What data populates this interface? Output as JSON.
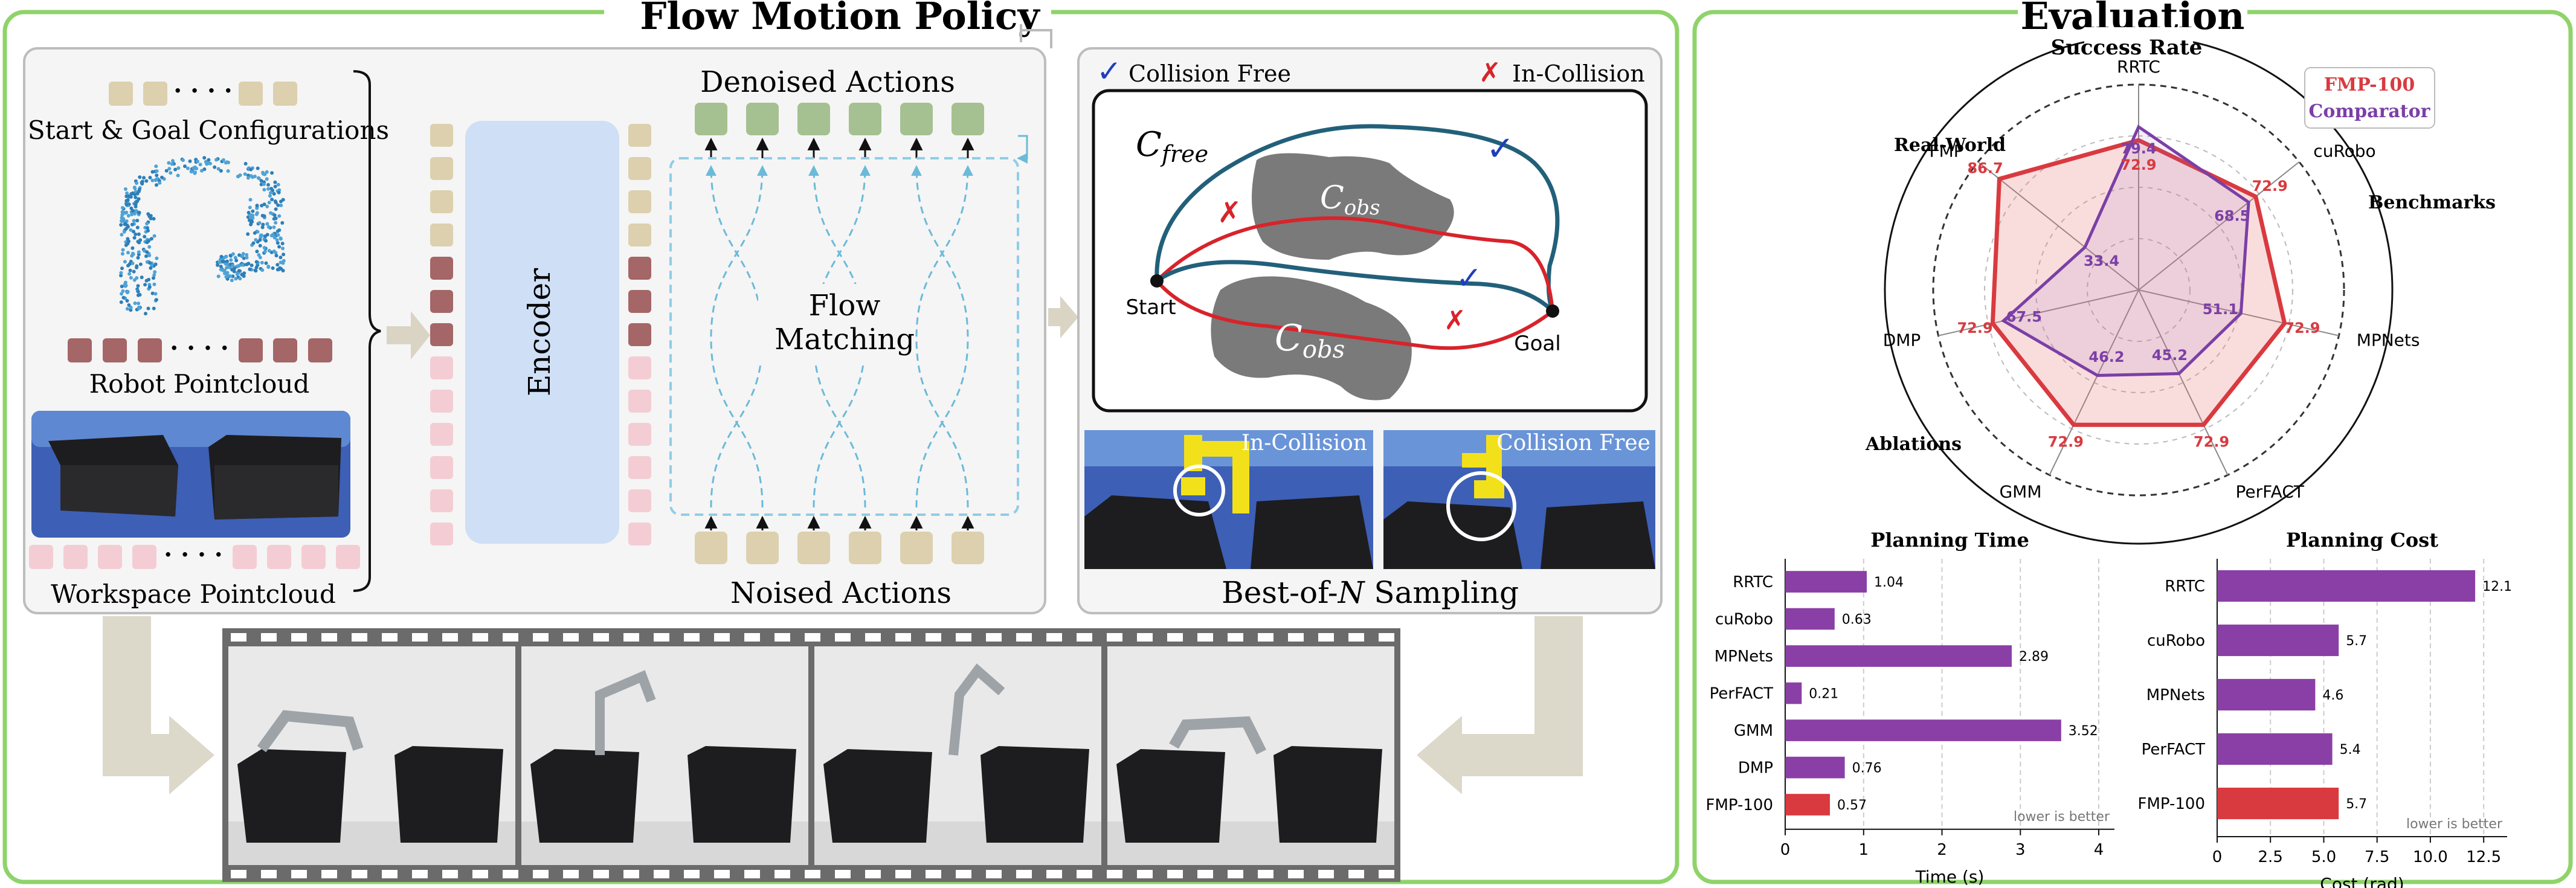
{
  "left_panel": {
    "title": "Flow Motion Policy",
    "inputs": {
      "start_goal_label": "Start & Goal Configurations",
      "robot_pc_label": "Robot Pointcloud",
      "workspace_pc_label": "Workspace Pointcloud",
      "dots": "· · · ·"
    },
    "encoder_label": "Encoder",
    "denoised_label": "Denoised Actions",
    "noised_label": "Noised Actions",
    "flow_label_1": "Flow",
    "flow_label_2": "Matching",
    "best_of_n": {
      "legend_free": "Collision Free",
      "legend_collision": "In-Collision",
      "check_glyph": "✓",
      "cross_glyph": "✗",
      "c_free": "C",
      "c_free_sub": "free",
      "c_obs": "C",
      "c_obs_sub": "obs",
      "start_label": "Start",
      "goal_label": "Goal",
      "photo_left_label": "In-Collision",
      "photo_right_label": "Collision Free",
      "caption_prefix": "Best-of-",
      "caption_n": "N",
      "caption_suffix": " Sampling"
    }
  },
  "right_panel": {
    "title": "Evaluation",
    "radar": {
      "title": "Success Rate",
      "group_labels": [
        "Real-World",
        "Benchmarks",
        "Ablations"
      ],
      "legend": [
        "FMP-100",
        "Comparator"
      ],
      "colors": {
        "fmp": "#d93a3f",
        "comparator": "#7b3fa6"
      }
    }
  },
  "chart_data": [
    {
      "type": "radar",
      "title": "Success Rate",
      "axes": [
        "RRTC",
        "cuRobo",
        "MPNets",
        "PerFACT",
        "GMM",
        "DMP",
        "FMP"
      ],
      "series": [
        {
          "name": "FMP-100",
          "values": [
            72.9,
            72.9,
            72.9,
            72.9,
            72.9,
            72.9,
            86.7
          ]
        },
        {
          "name": "Comparator",
          "values": [
            79.4,
            68.5,
            51.1,
            45.2,
            46.2,
            67.5,
            33.4
          ]
        }
      ],
      "range": [
        0,
        100
      ]
    },
    {
      "type": "bar",
      "orientation": "horizontal",
      "title": "Planning Time",
      "categories": [
        "RRTC",
        "cuRobo",
        "MPNets",
        "PerFACT",
        "GMM",
        "DMP",
        "FMP-100"
      ],
      "values": [
        1.04,
        0.63,
        2.89,
        0.21,
        3.52,
        0.76,
        0.57
      ],
      "labels": [
        "1.04",
        "0.63",
        "2.89",
        "0.21",
        "3.52",
        "0.76",
        "0.57"
      ],
      "xlabel": "Time (s)",
      "xlim": [
        0,
        4.2
      ],
      "xticks": [
        "0",
        "1",
        "2",
        "3",
        "4"
      ],
      "note": "lower is better",
      "grid": true
    },
    {
      "type": "bar",
      "orientation": "horizontal",
      "title": "Planning Cost",
      "categories": [
        "RRTC",
        "cuRobo",
        "MPNets",
        "PerFACT",
        "FMP-100"
      ],
      "values": [
        12.1,
        5.7,
        4.6,
        5.4,
        5.7
      ],
      "labels": [
        "12.1",
        "5.7",
        "4.6",
        "5.4",
        "5.7"
      ],
      "xlabel": "Cost (rad)",
      "xlim": [
        0,
        13.6
      ],
      "xticks": [
        "0",
        "2.5",
        "5.0",
        "7.5",
        "10.0",
        "12.5"
      ],
      "note": "lower is better",
      "grid": true
    }
  ]
}
